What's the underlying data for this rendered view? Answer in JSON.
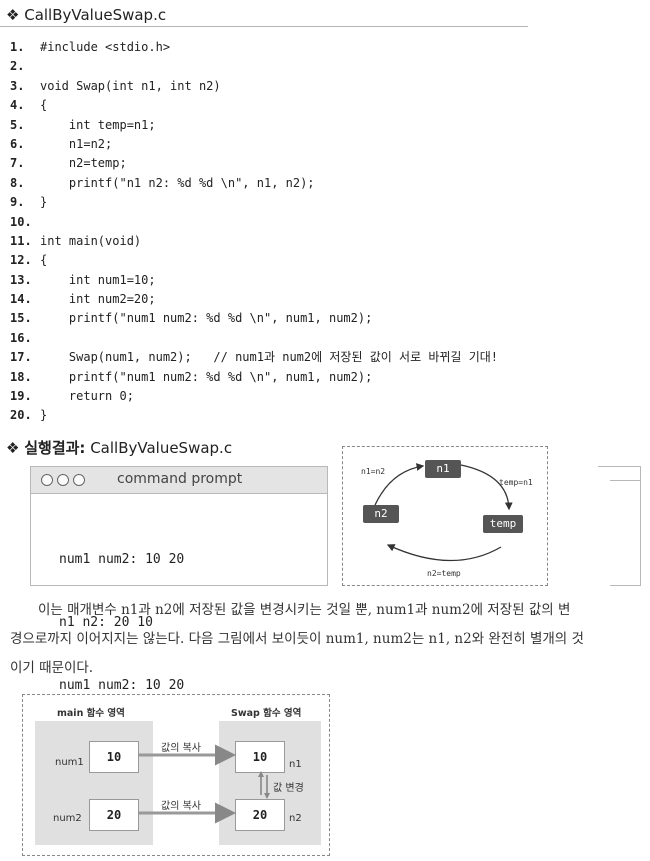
{
  "title": "❖ CallByValueSwap.c",
  "code": [
    {
      "n": "1.",
      "t": "#include <stdio.h>"
    },
    {
      "n": "2.",
      "t": ""
    },
    {
      "n": "3.",
      "t": "void Swap(int n1, int n2)"
    },
    {
      "n": "4.",
      "t": "{"
    },
    {
      "n": "5.",
      "t": "    int temp=n1;"
    },
    {
      "n": "6.",
      "t": "    n1=n2;"
    },
    {
      "n": "7.",
      "t": "    n2=temp;"
    },
    {
      "n": "8.",
      "t": "    printf(\"n1 n2: %d %d \\n\", n1, n2);"
    },
    {
      "n": "9.",
      "t": "}"
    },
    {
      "n": "10.",
      "t": ""
    },
    {
      "n": "11.",
      "t": "int main(void)"
    },
    {
      "n": "12.",
      "t": "{"
    },
    {
      "n": "13.",
      "t": "    int num1=10;"
    },
    {
      "n": "14.",
      "t": "    int num2=20;"
    },
    {
      "n": "15.",
      "t": "    printf(\"num1 num2: %d %d \\n\", num1, num2);"
    },
    {
      "n": "16.",
      "t": ""
    },
    {
      "n": "17.",
      "t": "    Swap(num1, num2);   // num1과 num2에 저장된 값이 서로 바뀌길 기대!"
    },
    {
      "n": "18.",
      "t": "    printf(\"num1 num2: %d %d \\n\", num1, num2);"
    },
    {
      "n": "19.",
      "t": "    return 0;"
    },
    {
      "n": "20.",
      "t": "}"
    }
  ],
  "result": {
    "prefix": "❖ ",
    "label": "실행결과:",
    "file": " CallByValueSwap.c"
  },
  "terminal": {
    "title": "command prompt",
    "lines": [
      "num1 num2: 10 20",
      "n1 n2: 20 10",
      "num1 num2: 10 20"
    ]
  },
  "cycle": {
    "n1": "n1",
    "n2": "n2",
    "temp": "temp",
    "label_n1n2": "n1=n2",
    "label_temp": "temp=n1",
    "label_n2temp": "n2=temp"
  },
  "paragraph": {
    "line1": "이는 매개변수 n1과 n2에 저장된 값을 변경시키는 것일 뿐, num1과 num2에 저장된 값의 변",
    "line2": "경으로까지 이어지지는 않는다. 다음 그림에서 보이듯이 num1, num2는 n1, n2와 완전히 별개의 것",
    "line3": "이기 때문이다."
  },
  "memory": {
    "main_title": "main 함수 영역",
    "swap_title": "Swap 함수 영역",
    "num1_name": "num1",
    "num1_val": "10",
    "num2_name": "num2",
    "num2_val": "20",
    "n1_name": "n1",
    "n1_val": "10",
    "n2_name": "n2",
    "n2_val": "20",
    "copy1": "값의 복사",
    "copy2": "값의 복사",
    "change": "값 변경"
  }
}
